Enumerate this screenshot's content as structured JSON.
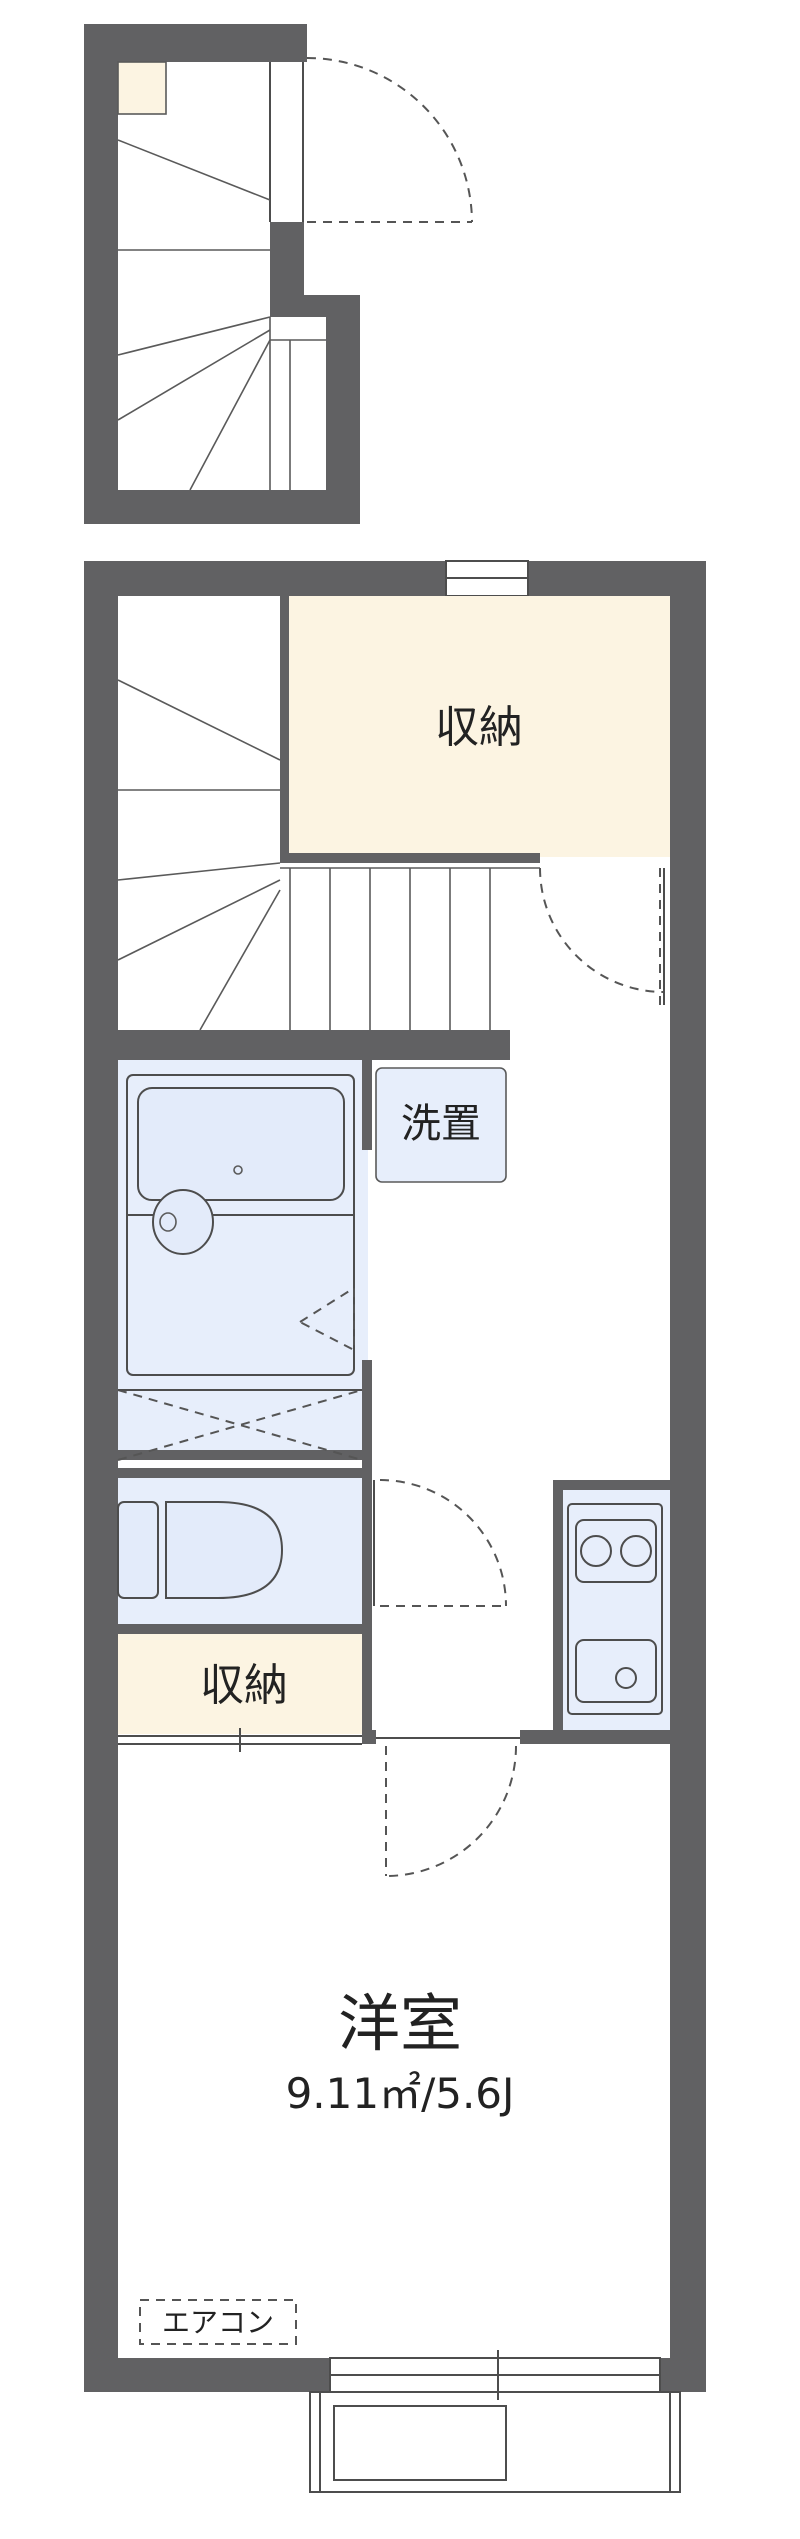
{
  "labels": {
    "storage_upper": "収納",
    "laundry": "洗置",
    "storage_lower": "収納",
    "room_name": "洋室",
    "room_size": "9.11㎡/5.6J",
    "aircon": "エアコン"
  },
  "colors": {
    "wall": "#616163",
    "storage_fill": "#fcf4e2",
    "wet_area_fill": "#e7eefb",
    "line": "#4d4d4d"
  }
}
